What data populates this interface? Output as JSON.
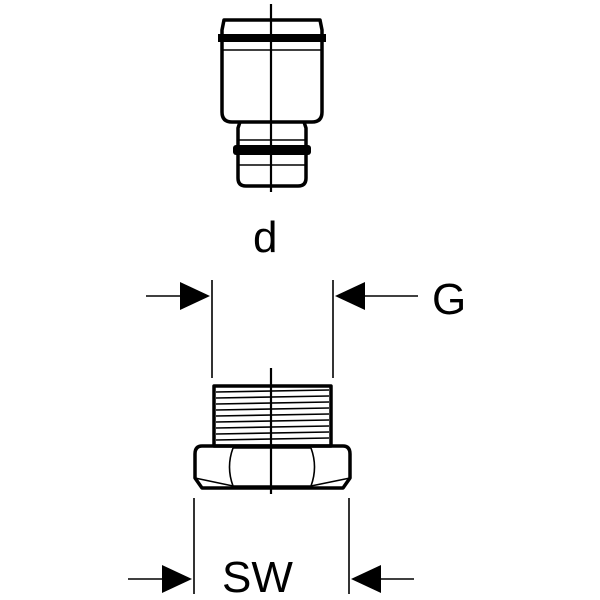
{
  "labels": {
    "d": "d",
    "G": "G",
    "SW": "SW"
  }
}
